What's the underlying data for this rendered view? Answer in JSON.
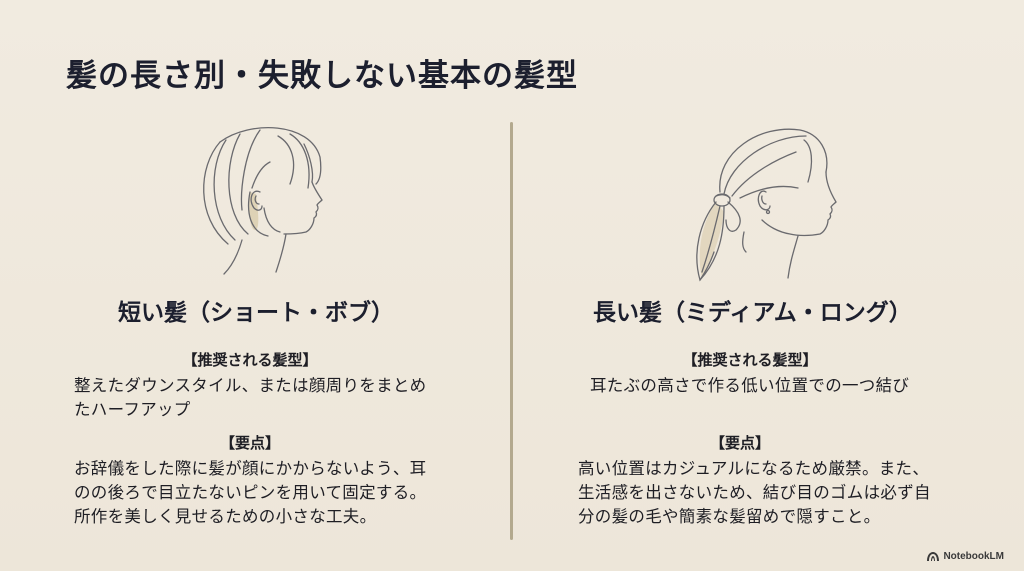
{
  "slide": {
    "title": "髪の長さ別・失敗しない基本の髪型",
    "colors": {
      "background": "#efe8dc",
      "title": "#1c1f2e",
      "divider": "#b3a98e",
      "line_art": "#6a6a6e",
      "hair_accent": "#d9ccab"
    }
  },
  "columns": [
    {
      "illustration": "short-bob-profile",
      "heading": "短い髪（ショート・ボブ）",
      "recommended_label": "【推奨される髪型】",
      "recommended_lines": [
        "整えたダウンスタイル、または顔周りをまとめ",
        "たハーフアップ"
      ],
      "key_label": "【要点】",
      "key_lines": [
        "お辞儀をした際に髪が顔にかからないよう、耳",
        "のの後ろで目立たないピンを用いて固定する。",
        "所作を美しく見せるための小さな工夫。"
      ]
    },
    {
      "illustration": "low-ponytail-profile",
      "heading": "長い髪（ミディアム・ロング）",
      "recommended_label": "【推奨される髪型】",
      "recommended_lines": [
        "耳たぶの高さで作る低い位置での一つ結び"
      ],
      "key_label": "【要点】",
      "key_lines": [
        "高い位置はカジュアルになるため厳禁。また、",
        "生活感を出さないため、結び目のゴムは必ず自",
        "分の髪の毛や簡素な髪留めで隠すこと。"
      ]
    }
  ],
  "footer": {
    "brand": "NotebookLM"
  }
}
